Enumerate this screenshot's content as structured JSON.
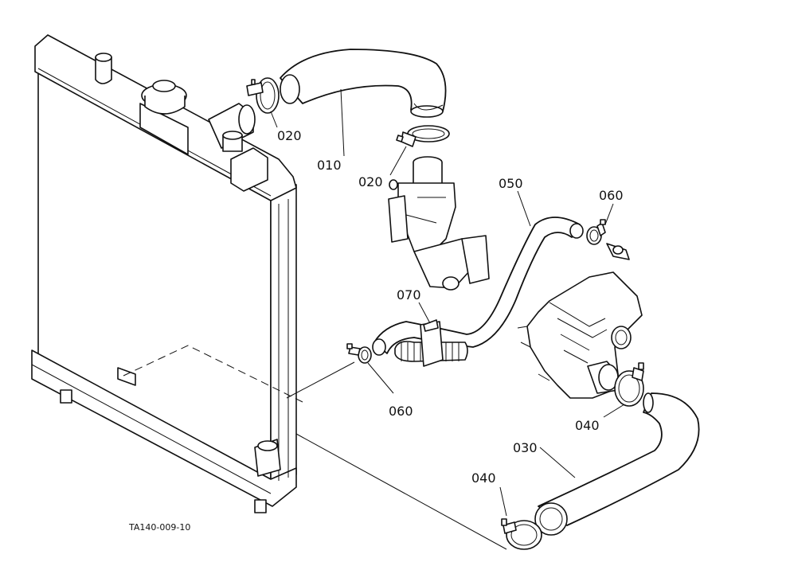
{
  "labels": {
    "upper_hose": "010",
    "clamp_upper_left": "020",
    "clamp_upper_right": "020",
    "lower_hose": "030",
    "clamp_lower_right": "040",
    "clamp_lower_left": "040",
    "bypass_hose": "050",
    "clamp_bypass_right": "060",
    "clamp_bypass_left": "060",
    "hose_clip": "070"
  },
  "drawing_code": "TA140-009-10"
}
